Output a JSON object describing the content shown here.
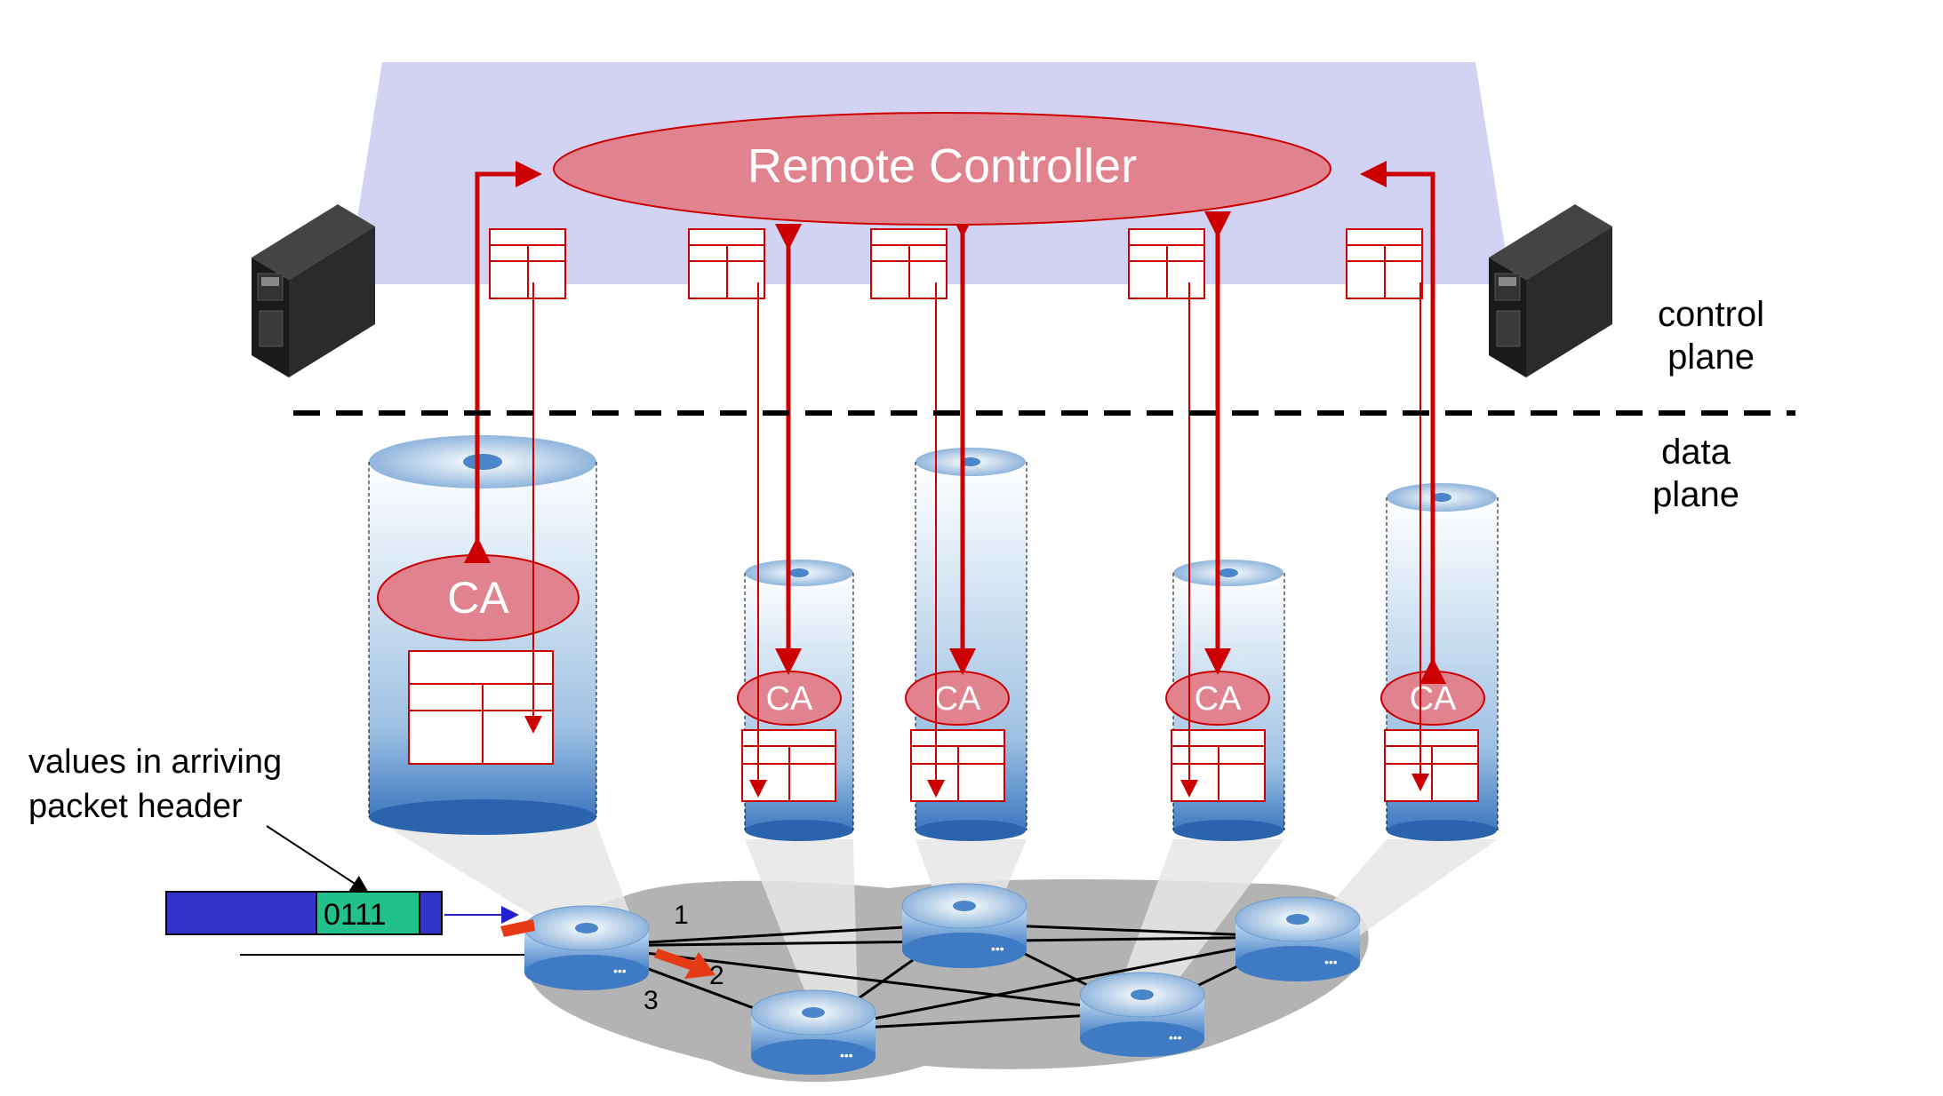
{
  "controller": {
    "label": "Remote Controller"
  },
  "planes": {
    "control_line1": "control",
    "control_line2": "plane",
    "data_line1": "data",
    "data_line2": "plane"
  },
  "agents": [
    {
      "label": "CA"
    },
    {
      "label": "CA"
    },
    {
      "label": "CA"
    },
    {
      "label": "CA"
    },
    {
      "label": "CA"
    }
  ],
  "packet": {
    "header_value": "0111",
    "caption_line1": "values in arriving",
    "caption_line2": "packet header"
  },
  "ports": {
    "p1": "1",
    "p2": "2",
    "p3": "3"
  },
  "colors": {
    "controller_fill": "#e0838f",
    "plane_fill": "#d2d3f2",
    "arrow": "#cc0000",
    "header_bar": "#3333cc",
    "header_value_bg": "#22c08a"
  }
}
